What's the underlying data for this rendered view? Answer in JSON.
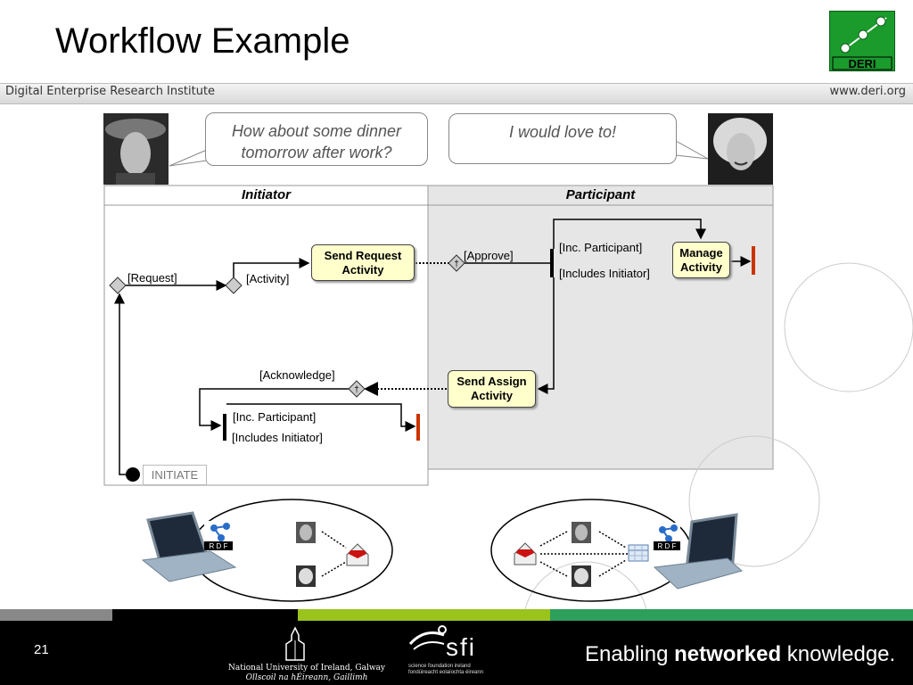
{
  "slide": {
    "title": "Workflow Example",
    "institute": "Digital Enterprise Research Institute",
    "url": "www.deri.org",
    "logo_text": "DERI",
    "page_number": "21"
  },
  "bubbles": {
    "left": "How about some dinner tomorrow after work?",
    "right": "I would love to!"
  },
  "lanes": {
    "initiator": "Initiator",
    "participant": "Participant"
  },
  "nodes": {
    "send_request": "Send Request Activity",
    "manage": "Manage Activity",
    "send_assign": "Send Assign Activity",
    "initiate": "INITIATE"
  },
  "labels": {
    "request": "[Request]",
    "activity": "[Activity]",
    "approve": "[Approve]",
    "inc_participant_top": "[Inc. Participant]",
    "includes_initiator_top": "[Includes Initiator]",
    "acknowledge": "[Acknowledge]",
    "inc_participant_bottom": "[Inc. Participant]",
    "includes_initiator_bottom": "[Includes Initiator]"
  },
  "icons": {
    "rdf_label": "R D F"
  },
  "footer": {
    "tagline_prefix": "Enabling ",
    "tagline_bold": "networked",
    "tagline_suffix": " knowledge.",
    "nuig_line1": "National University of Ireland, Galway",
    "nuig_line2": "Ollscoil na hÉireann, Gaillimh",
    "sfi": "sfi",
    "sfi_sub1": "science foundation ireland",
    "sfi_sub2": "fondúireacht eolaíochta éireann"
  },
  "colors": {
    "deri_green": "#1a9b2c",
    "lane_gray": "#e6e6e6",
    "node_fill": "#ffffcc",
    "end_marker": "#cc3300",
    "footer_green_light": "#9ac31c",
    "footer_green_dark": "#2e9e5b"
  }
}
